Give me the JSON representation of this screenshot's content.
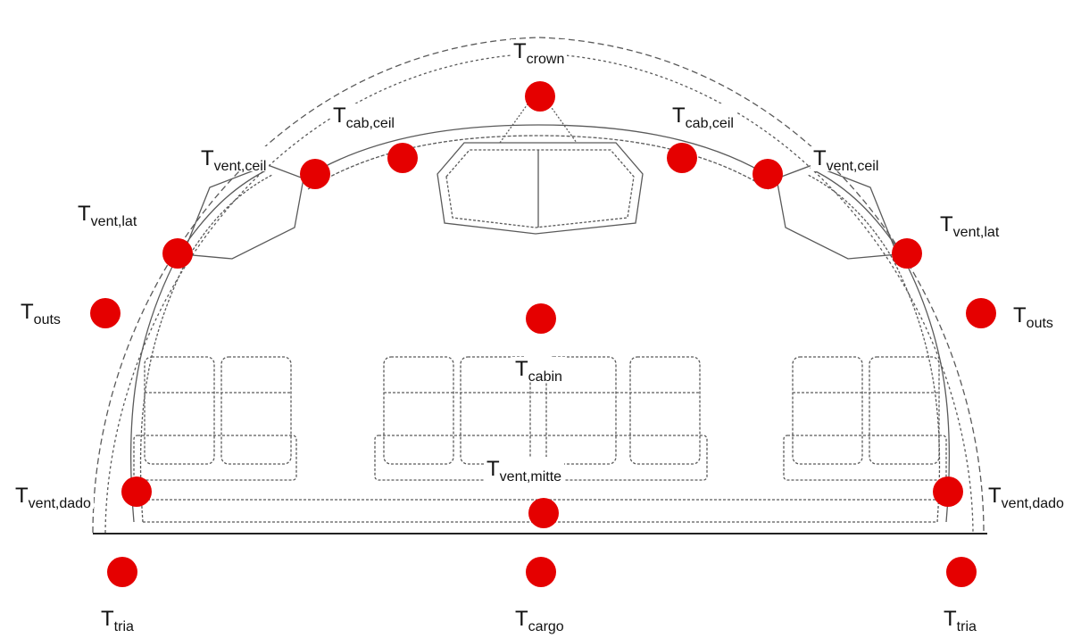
{
  "diagram": {
    "marker_color": "#e50000",
    "line_color": "#5a5a5a",
    "labels": {
      "crown": {
        "main": "T",
        "sub": "crown"
      },
      "cab_ceil_l": {
        "main": "T",
        "sub": "cab,ceil"
      },
      "cab_ceil_r": {
        "main": "T",
        "sub": "cab,ceil"
      },
      "vent_ceil_l": {
        "main": "T",
        "sub": "vent,ceil"
      },
      "vent_ceil_r": {
        "main": "T",
        "sub": "vent,ceil"
      },
      "vent_lat_l": {
        "main": "T",
        "sub": "vent,lat"
      },
      "vent_lat_r": {
        "main": "T",
        "sub": "vent,lat"
      },
      "outs_l": {
        "main": "T",
        "sub": "outs"
      },
      "outs_r": {
        "main": "T",
        "sub": "outs"
      },
      "cabin": {
        "main": "T",
        "sub": "cabin"
      },
      "vent_mitte": {
        "main": "T",
        "sub": "vent,mitte"
      },
      "vent_dado_l": {
        "main": "T",
        "sub": "vent,dado"
      },
      "vent_dado_r": {
        "main": "T",
        "sub": "vent,dado"
      },
      "tria_l": {
        "main": "T",
        "sub": "tria"
      },
      "cargo": {
        "main": "T",
        "sub": "cargo"
      },
      "tria_r": {
        "main": "T",
        "sub": "tria"
      }
    }
  }
}
